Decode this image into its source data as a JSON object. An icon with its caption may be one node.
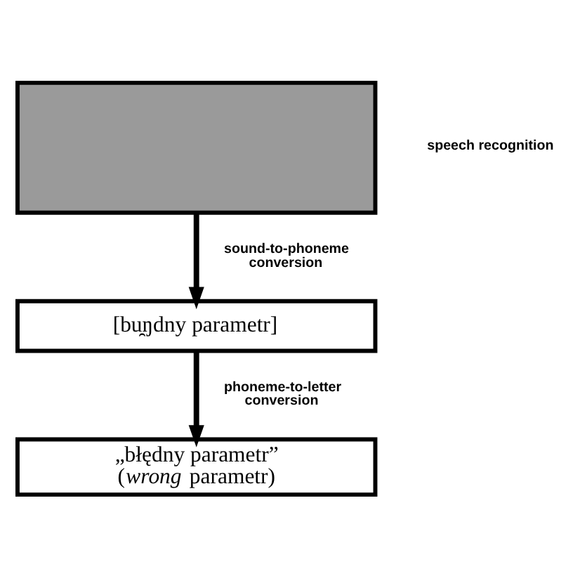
{
  "diagram": {
    "nodes": [
      {
        "text": [],
        "shape": "box"
      },
      {
        "text": [
          "[bu̯ŋdny parametr]"
        ]
      },
      {
        "text": [
          "„błędny parametr”",
          "(*wrong* parametr)"
        ]
      }
    ],
    "edges": [
      {
        "from": 0,
        "to": 1,
        "arrow": "to",
        "label": "sound-to-phoneme conversion"
      },
      {
        "from": 1,
        "to": 2,
        "arrow": "to",
        "label": "phoneme-to-letter conversion"
      }
    ],
    "labels": [
      "speech recognition"
    ]
  }
}
